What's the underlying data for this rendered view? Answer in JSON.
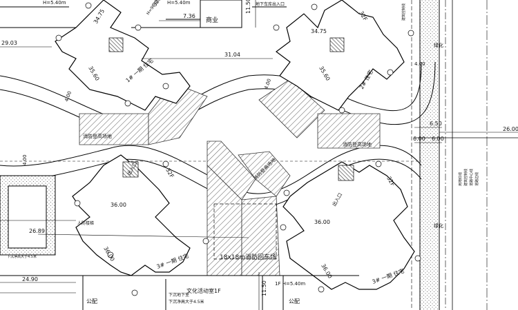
{
  "labels": {
    "dim_29_03": "29.03",
    "dim_31_04": "31.04",
    "dim_34_75_a": "34.75",
    "dim_34_75_b": "34.75",
    "dim_35_60_a": "35.60",
    "dim_35_60_b": "35.60",
    "dim_36_00_a": "36.00",
    "dim_36_00_b": "36.00",
    "dim_36_00_c": "36.00",
    "dim_36_00_d": "36.00",
    "dim_26_89": "26.89",
    "dim_24_90": "24.90",
    "dim_26_00": "26.00",
    "dim_7_36": "7.36",
    "dim_11_50_top": "11.50",
    "dim_11_50_bot": "11.50",
    "dim_6_50": "6.50",
    "dim_6_00_a": "6.00",
    "dim_6_00_b": "6.00",
    "dim_4_00_a": "4.00",
    "dim_4_00_b": "4.00",
    "dim_4_00_c": "4.00",
    "dim_4_00_d": "4.00",
    "dim_h540_a": "H=5.40m",
    "dim_h540_b": "H=5.40m",
    "dim_1f_h540": "1F\nH=5.40m",
    "commercial": "商业",
    "fire_site_1": "消防登高场地",
    "fire_site_2": "消防登高场地",
    "fire_site_3": "消防登高场地",
    "turn_area": "18x18m消防回车场",
    "green_1": "绿化",
    "green_2": "绿化",
    "building_1": "1# 一期 住宅",
    "building_2": "2# 住宅",
    "building_3": "3# 一期 住宅",
    "building_4": "3# 一期 住宅",
    "floors_32f_a": "32F",
    "floors_32f_b": "32F",
    "floors_32f_c": "32F",
    "floors_32f_d": "32F",
    "height_95": "H=98.95",
    "culture_room": "文化活动室1F",
    "gongpei_1": "公配",
    "gongpei_2": "公配",
    "entrance_1": "出入口",
    "entrance_2": "出入口",
    "people_defense": "人防楼梯",
    "underground_1": "下沉地下室",
    "underground_2": "下沉净高大于4.5米",
    "left_note": "下沉净高大于4.5米",
    "top_note": "地下车库出入口",
    "right_top_note": "建筑控制线",
    "legend_line_1": "用地红线",
    "legend_line_2": "建筑控制线",
    "legend_line_3": "道路中心线",
    "legend_line_4": "道路边线"
  }
}
